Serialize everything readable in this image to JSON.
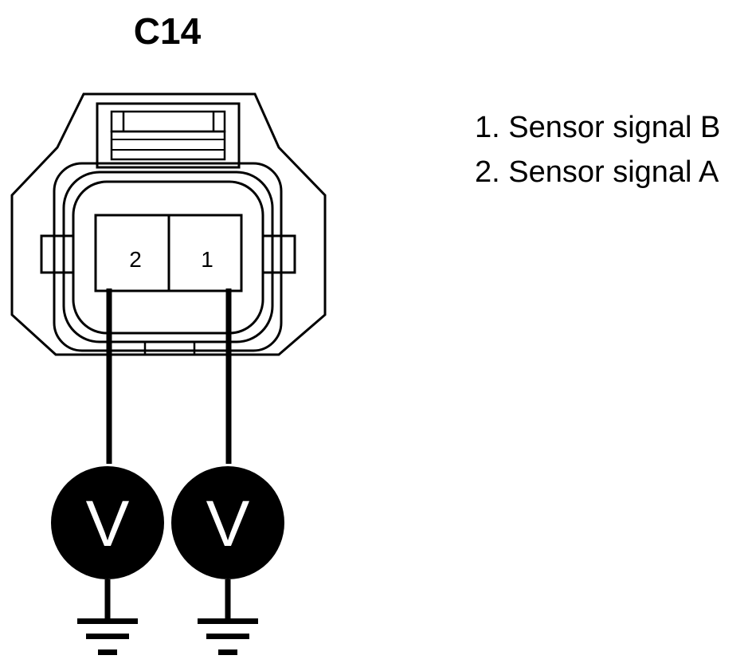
{
  "connector": {
    "id": "C14",
    "pins": [
      {
        "number": "2"
      },
      {
        "number": "1"
      }
    ]
  },
  "legend": [
    "1. Sensor signal B",
    "2. Sensor signal A"
  ],
  "meters": [
    {
      "symbol": "V",
      "pin": "2"
    },
    {
      "symbol": "V",
      "pin": "1"
    }
  ]
}
